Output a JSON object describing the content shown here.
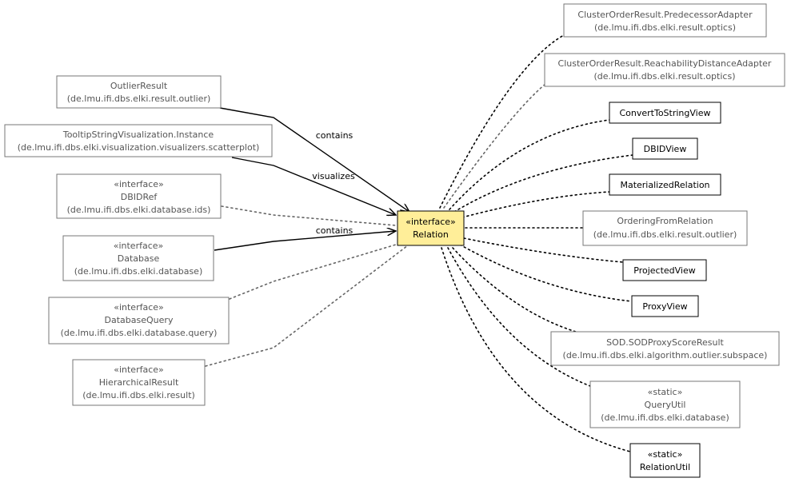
{
  "center": {
    "stereotype": "«interface»",
    "name": "Relation"
  },
  "left_nodes": [
    {
      "id": "outlier-result",
      "lines": [
        "OutlierResult",
        "(de.lmu.ifi.dbs.elki.result.outlier)"
      ]
    },
    {
      "id": "tooltip-instance",
      "lines": [
        "TooltipStringVisualization.Instance",
        "(de.lmu.ifi.dbs.elki.visualization.visualizers.scatterplot)"
      ]
    },
    {
      "id": "dbidref",
      "lines": [
        "«interface»",
        "DBIDRef",
        "(de.lmu.ifi.dbs.elki.database.ids)"
      ]
    },
    {
      "id": "database",
      "lines": [
        "«interface»",
        "Database",
        "(de.lmu.ifi.dbs.elki.database)"
      ]
    },
    {
      "id": "database-query",
      "lines": [
        "«interface»",
        "DatabaseQuery",
        "(de.lmu.ifi.dbs.elki.database.query)"
      ]
    },
    {
      "id": "hierarchical-result",
      "lines": [
        "«interface»",
        "HierarchicalResult",
        "(de.lmu.ifi.dbs.elki.result)"
      ]
    }
  ],
  "right_nodes": [
    {
      "id": "predecessor-adapter",
      "lines": [
        "ClusterOrderResult.PredecessorAdapter",
        "(de.lmu.ifi.dbs.elki.result.optics)"
      ]
    },
    {
      "id": "reachability-adapter",
      "lines": [
        "ClusterOrderResult.ReachabilityDistanceAdapter",
        "(de.lmu.ifi.dbs.elki.result.optics)"
      ]
    },
    {
      "id": "convert-to-string-view",
      "lines": [
        "ConvertToStringView"
      ]
    },
    {
      "id": "dbid-view",
      "lines": [
        "DBIDView"
      ]
    },
    {
      "id": "materialized-relation",
      "lines": [
        "MaterializedRelation"
      ]
    },
    {
      "id": "ordering-from-relation",
      "lines": [
        "OrderingFromRelation",
        "(de.lmu.ifi.dbs.elki.result.outlier)"
      ]
    },
    {
      "id": "projected-view",
      "lines": [
        "ProjectedView"
      ]
    },
    {
      "id": "proxy-view",
      "lines": [
        "ProxyView"
      ]
    },
    {
      "id": "sod-proxy-score-result",
      "lines": [
        "SOD.SODProxyScoreResult",
        "(de.lmu.ifi.dbs.elki.algorithm.outlier.subspace)"
      ]
    },
    {
      "id": "query-util",
      "lines": [
        "«static»",
        "QueryUtil",
        "(de.lmu.ifi.dbs.elki.database)"
      ]
    },
    {
      "id": "relation-util",
      "lines": [
        "«static»",
        "RelationUtil"
      ]
    }
  ],
  "edge_labels": {
    "outlier_result": "contains",
    "tooltip": "visualizes",
    "database": "contains"
  },
  "colors": {
    "center_fill": "#ffee99",
    "dim_border": "#777777",
    "dim_text": "#555555",
    "dark": "#000000"
  }
}
